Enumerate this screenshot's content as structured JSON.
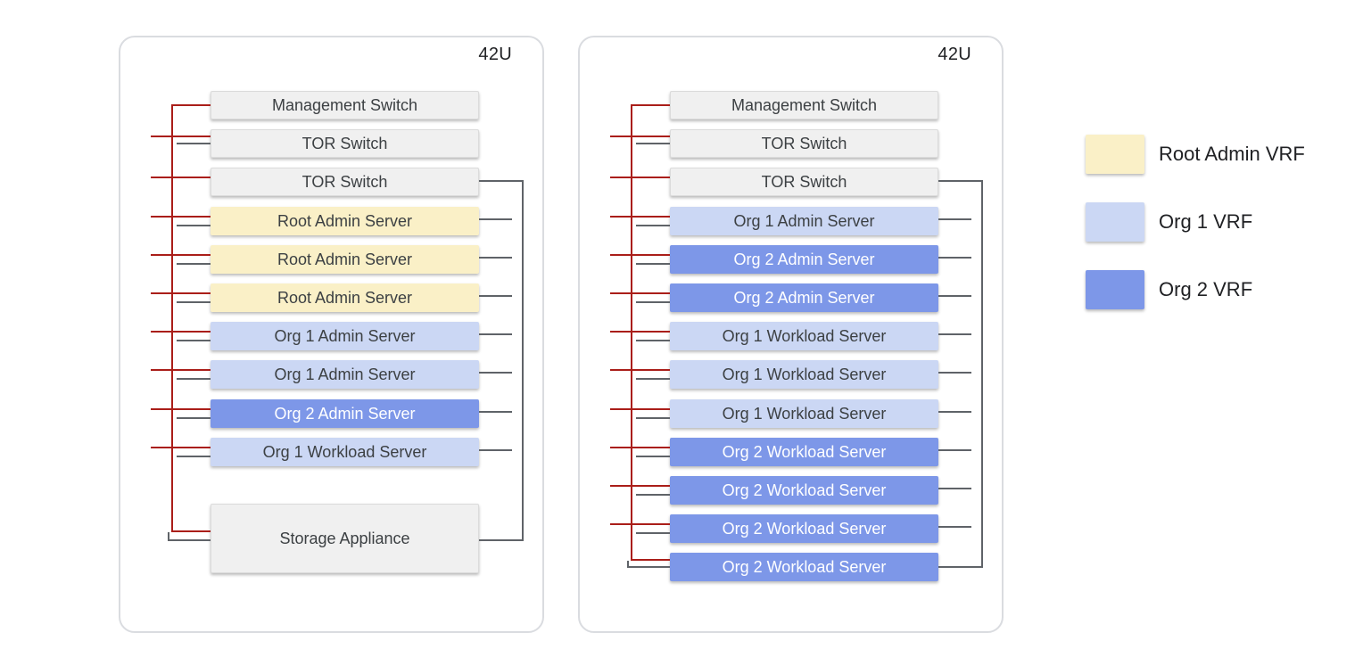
{
  "racks": [
    {
      "capacity_label": "42U",
      "units": [
        {
          "label": "Management Switch",
          "vrf": "management"
        },
        {
          "label": "TOR Switch",
          "vrf": "management"
        },
        {
          "label": "TOR Switch",
          "vrf": "management"
        },
        {
          "label": "Root Admin Server",
          "vrf": "root-admin"
        },
        {
          "label": "Root Admin Server",
          "vrf": "root-admin"
        },
        {
          "label": "Root Admin Server",
          "vrf": "root-admin"
        },
        {
          "label": "Org 1 Admin Server",
          "vrf": "org1"
        },
        {
          "label": "Org 1 Admin Server",
          "vrf": "org1"
        },
        {
          "label": "Org 2 Admin Server",
          "vrf": "org2"
        },
        {
          "label": "Org 1 Workload Server",
          "vrf": "org1"
        },
        {
          "label": "Storage Appliance",
          "vrf": "management",
          "tall": true
        }
      ]
    },
    {
      "capacity_label": "42U",
      "units": [
        {
          "label": "Management Switch",
          "vrf": "management"
        },
        {
          "label": "TOR Switch",
          "vrf": "management"
        },
        {
          "label": "TOR Switch",
          "vrf": "management"
        },
        {
          "label": "Org 1 Admin Server",
          "vrf": "org1"
        },
        {
          "label": "Org 2 Admin Server",
          "vrf": "org2"
        },
        {
          "label": "Org 2 Admin Server",
          "vrf": "org2"
        },
        {
          "label": "Org 1 Workload Server",
          "vrf": "org1"
        },
        {
          "label": "Org 1 Workload Server",
          "vrf": "org1"
        },
        {
          "label": "Org 1 Workload Server",
          "vrf": "org1"
        },
        {
          "label": "Org 2 Workload Server",
          "vrf": "org2"
        },
        {
          "label": "Org 2 Workload Server",
          "vrf": "org2"
        },
        {
          "label": "Org 2 Workload Server",
          "vrf": "org2"
        },
        {
          "label": "Org 2 Workload Server",
          "vrf": "org2"
        }
      ]
    }
  ],
  "legend": {
    "items": [
      {
        "label": "Root Admin VRF",
        "vrf": "root-admin",
        "color": "#faf0c7"
      },
      {
        "label": "Org 1 VRF",
        "vrf": "org1",
        "color": "#cbd7f4"
      },
      {
        "label": "Org 2 VRF",
        "vrf": "org2",
        "color": "#7d97e8"
      }
    ]
  },
  "colors": {
    "management_fill": "#f0f0f0",
    "root_admin_fill": "#faf0c7",
    "org1_fill": "#cbd7f4",
    "org2_fill": "#7d97e8",
    "mgmt_link_red": "#aa1e19",
    "data_link_gray": "#5f6368",
    "rack_border": "#dadce0",
    "text_dark": "#3c4043",
    "text_light": "#ffffff"
  }
}
